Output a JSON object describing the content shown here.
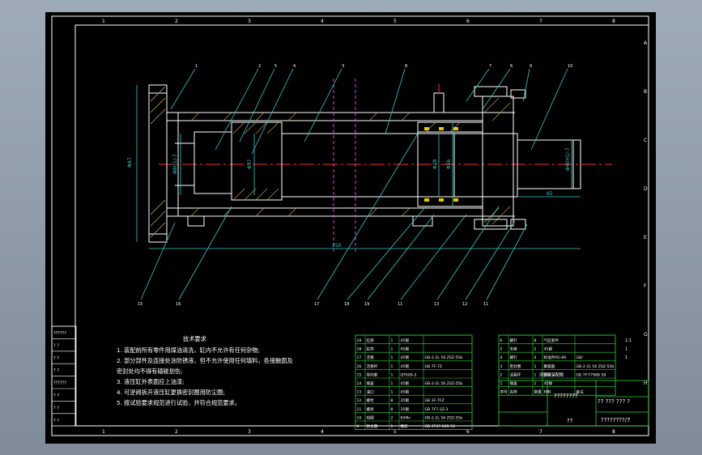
{
  "tech": {
    "title": "技术要求",
    "lines": [
      "1.  装配前所有零件用煤油清洗，缸内不允许有任何杂物;",
      "2.  部分部件及连接处涂防锈液，但不允许使用任何填料，各接触面及",
      "    密封处均不得有磕碰划伤;",
      "3.  液压缸外表面应上油漆;",
      "4.  可逆阀拆开液压缸更换密封圈用防尘圈;",
      "5.  按试验要求规范进行试验，并符合规范要求。"
    ]
  },
  "dims": {
    "left_bore": "Φ8H1/-7",
    "left_height": "ΦA7",
    "piston": "Φ37",
    "total": "250",
    "rod_a": "Φ28",
    "rod_b": "Φ56",
    "right_end": "Φ40H1/-7",
    "right_len": "65"
  },
  "balloons_top": [
    "1",
    "2",
    "5",
    "4",
    "3",
    "8",
    "7",
    "6",
    "9",
    "10"
  ],
  "balloons_bottom": [
    "15",
    "16",
    "17",
    "18",
    "19",
    "11",
    "13",
    "12",
    "11"
  ],
  "left_box": {
    "cells": [
      "??????",
      "? ?",
      "? ?",
      "? ?",
      "??????",
      "? ?",
      "? ?",
      "? ?"
    ]
  },
  "parts_table": {
    "rows": [
      [
        "19",
        "缸底",
        "1",
        "45钢",
        ""
      ],
      [
        "18",
        "缸筒",
        "1",
        "45钢",
        ""
      ],
      [
        "17",
        "活塞",
        "1",
        "45钢",
        "GB-2-2L 56 ZSZ-55b"
      ],
      [
        "16",
        "活塞杆",
        "1",
        "45钢",
        "GB 7F-7Z"
      ],
      [
        "15",
        "导向套",
        "1",
        "QT600-3",
        ""
      ],
      [
        "14",
        "端盖",
        "1",
        "45钢",
        "GB-2-2L 56 ZSZ-55b"
      ],
      [
        "13",
        "油口",
        "1",
        "45钢",
        ""
      ],
      [
        "12",
        "螺栓",
        "8",
        "35钢",
        "GB 3F-7FZ"
      ],
      [
        "11",
        "螺母",
        "8",
        "35钢",
        "GB 7F7-2Z-3"
      ],
      [
        "10",
        "挡圈",
        "2",
        "65Mn",
        "GB-2-2L 56 ZSZ-55b"
      ],
      [
        "9",
        "防尘圈",
        "1",
        "橡胶",
        "GB 3F07-28B 56"
      ]
    ],
    "right_rows": [
      [
        "6",
        "螺钉",
        "8",
        "气缸套件",
        ""
      ],
      [
        "5",
        "支座",
        "2",
        "45钢",
        ""
      ],
      [
        "4",
        "螺钉",
        "4",
        "标准件PG-89",
        "GB/"
      ],
      [
        "3",
        "密封圈",
        "1",
        "聚氨酯",
        "GB-2-2L 56 ZSZ-55b"
      ],
      [
        "2",
        "活塞环",
        "1",
        "铸铁",
        "GB 7F-T7988 58"
      ],
      [
        "1",
        "端盖",
        "1",
        "45钢",
        ""
      ],
      [
        "序号",
        "名称",
        "数量",
        "材料",
        "备注"
      ]
    ]
  },
  "title_block": {
    "drawing_name": "液压缸装配图",
    "code_top": "????????",
    "scale_label": "??",
    "bottom_code": "????????/7",
    "misc": "?? ??? ??? ?",
    "right_marks": [
      "1:1",
      "1",
      "1"
    ]
  },
  "border": {
    "cols": [
      "1",
      "2",
      "3",
      "4",
      "5",
      "6",
      "7",
      "8"
    ],
    "rows": [
      "A",
      "B",
      "C",
      "D",
      "E",
      "F",
      "G",
      "H"
    ]
  }
}
